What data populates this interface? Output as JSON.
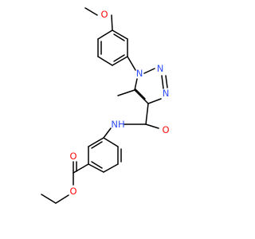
{
  "molecule": {
    "colors": {
      "bond": "#000000",
      "oxygen": "#ff0d0d",
      "nitrogen": "#3050f8",
      "background": "#ffffff"
    },
    "labels": {
      "o_methoxy": "O",
      "n1": "N",
      "n2": "N",
      "n3": "N",
      "o_amide": "O",
      "nh": "NH",
      "o_ester_carbonyl": "O",
      "o_ester": "O"
    }
  }
}
